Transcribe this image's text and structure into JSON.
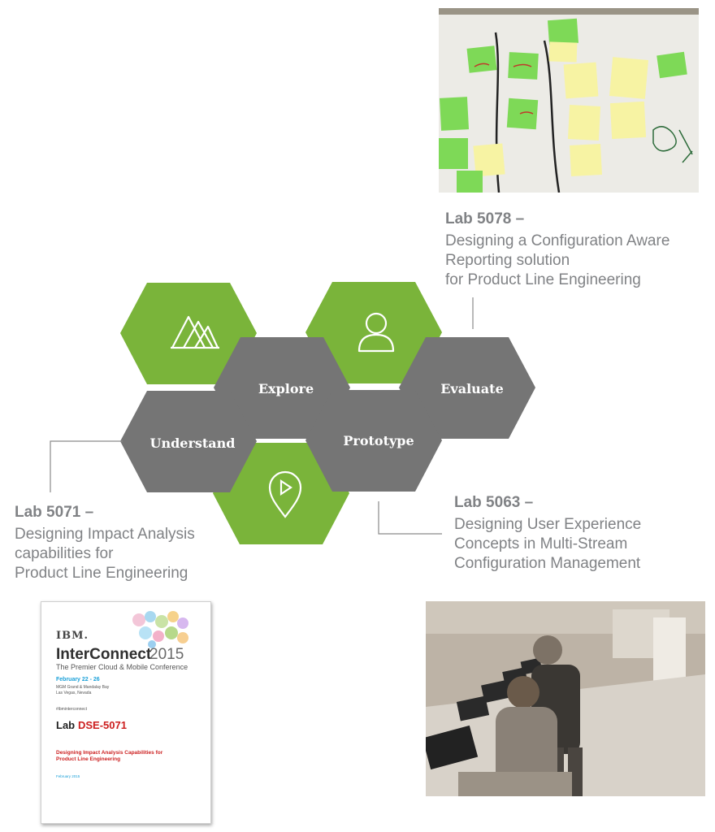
{
  "hexagons": {
    "explore": "Explore",
    "evaluate": "Evaluate",
    "understand": "Understand",
    "prototype": "Prototype"
  },
  "icons": {
    "mountains": "mountains-icon",
    "person": "person-icon",
    "location": "location-pin-icon"
  },
  "colors": {
    "green": "#7ab43a",
    "gray": "#757575",
    "text_gray": "#808285",
    "red": "#cc1f1f",
    "blue": "#1aa0d8"
  },
  "labs": {
    "lab5078": {
      "title": "Lab 5078 –",
      "desc": "Designing a Configuration Aware\nReporting solution\nfor Product Line Engineering"
    },
    "lab5071": {
      "title": "Lab 5071 –",
      "desc": "Designing Impact Analysis\ncapabilities for\nProduct Line Engineering"
    },
    "lab5063": {
      "title": "Lab 5063 –",
      "desc": "Designing User Experience\nConcepts in Multi-Stream\nConfiguration Management"
    }
  },
  "document": {
    "ibm": "IBM.",
    "interconnect": "InterConnect",
    "year": "2015",
    "subtitle": "The Premier Cloud & Mobile Conference",
    "dates": "February 22 - 26",
    "venue1": "MGM Grand & Mandalay Bay",
    "venue2": "Las Vegas, Nevada",
    "hashtag": "#ibminterconnect",
    "lab_prefix": "Lab",
    "lab_code": "DSE-5071",
    "title1": "Designing Impact Analysis Capabilities for",
    "title2": "Product Line Engineering",
    "date": "February 2015"
  }
}
